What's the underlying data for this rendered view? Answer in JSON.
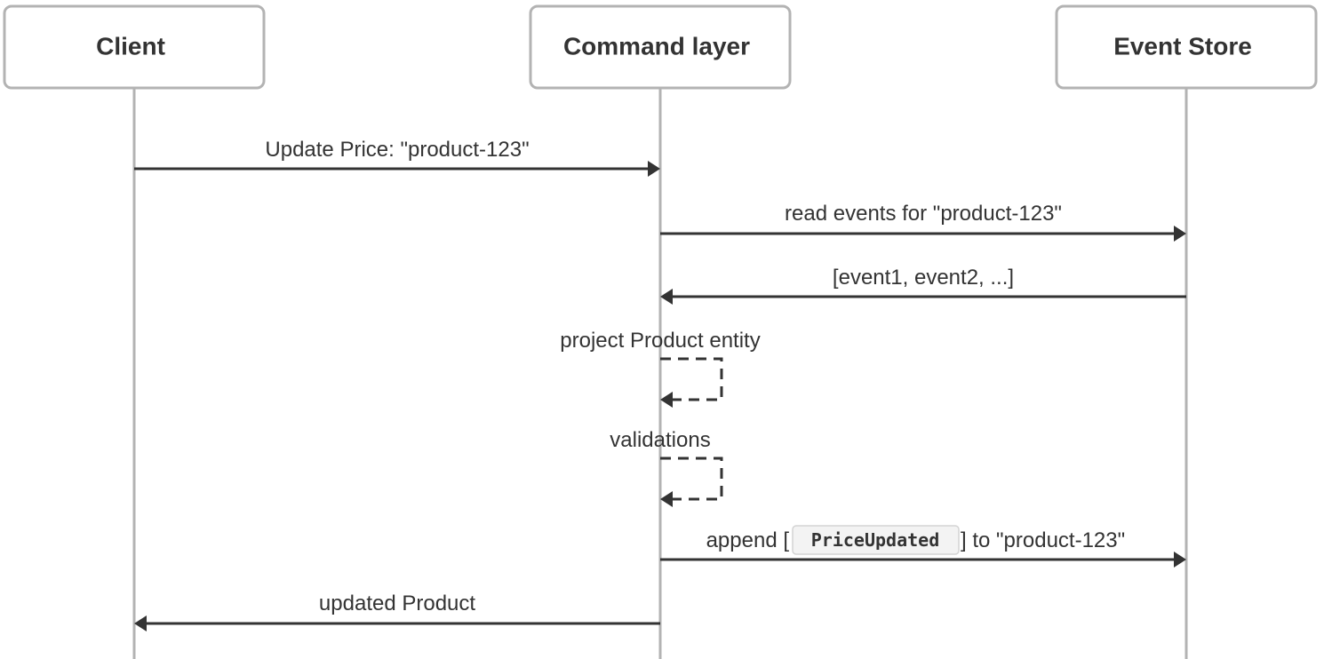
{
  "diagram": {
    "type": "sequence",
    "participants": [
      {
        "id": "client",
        "label": "Client"
      },
      {
        "id": "command",
        "label": "Command layer"
      },
      {
        "id": "store",
        "label": "Event Store"
      }
    ],
    "messages": [
      {
        "from": "client",
        "to": "command",
        "style": "solid",
        "label": "Update Price: \"product-123\""
      },
      {
        "from": "command",
        "to": "store",
        "style": "solid",
        "label": "read events for \"product-123\""
      },
      {
        "from": "store",
        "to": "command",
        "style": "solid",
        "label": "[event1, event2, ...]"
      },
      {
        "from": "command",
        "to": "command",
        "style": "dashed",
        "label": "project Product entity"
      },
      {
        "from": "command",
        "to": "command",
        "style": "dashed",
        "label": "validations"
      },
      {
        "from": "command",
        "to": "store",
        "style": "solid",
        "label_prefix": "append [",
        "label_code": "PriceUpdated",
        "label_suffix": "] to \"product-123\""
      },
      {
        "from": "command",
        "to": "client",
        "style": "solid",
        "label": "updated Product"
      }
    ]
  }
}
